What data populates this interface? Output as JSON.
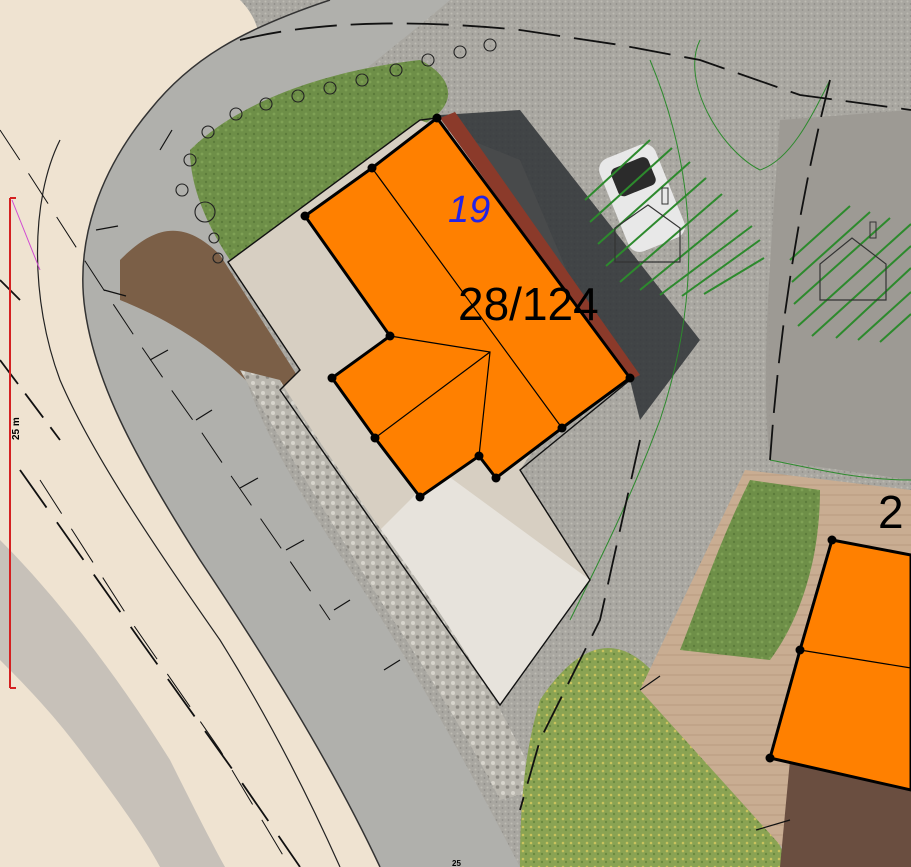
{
  "map": {
    "parcel_label": "28/124",
    "house_number": "19",
    "neighbor_parcel_label": "2",
    "scale_label": "25 m",
    "bottom_partial_label": "25"
  },
  "colors": {
    "building_fill": "#ff8000",
    "building_outline": "#000000",
    "road": "#b0b0ac",
    "background": "#efe3d1",
    "hatch": "#2d8a2d",
    "house_number_text": "#2323e6",
    "scale_bar": "#d42020"
  },
  "icons": [
    "vertex-dot",
    "tree-symbol",
    "hatch-lines",
    "house-symbol"
  ]
}
